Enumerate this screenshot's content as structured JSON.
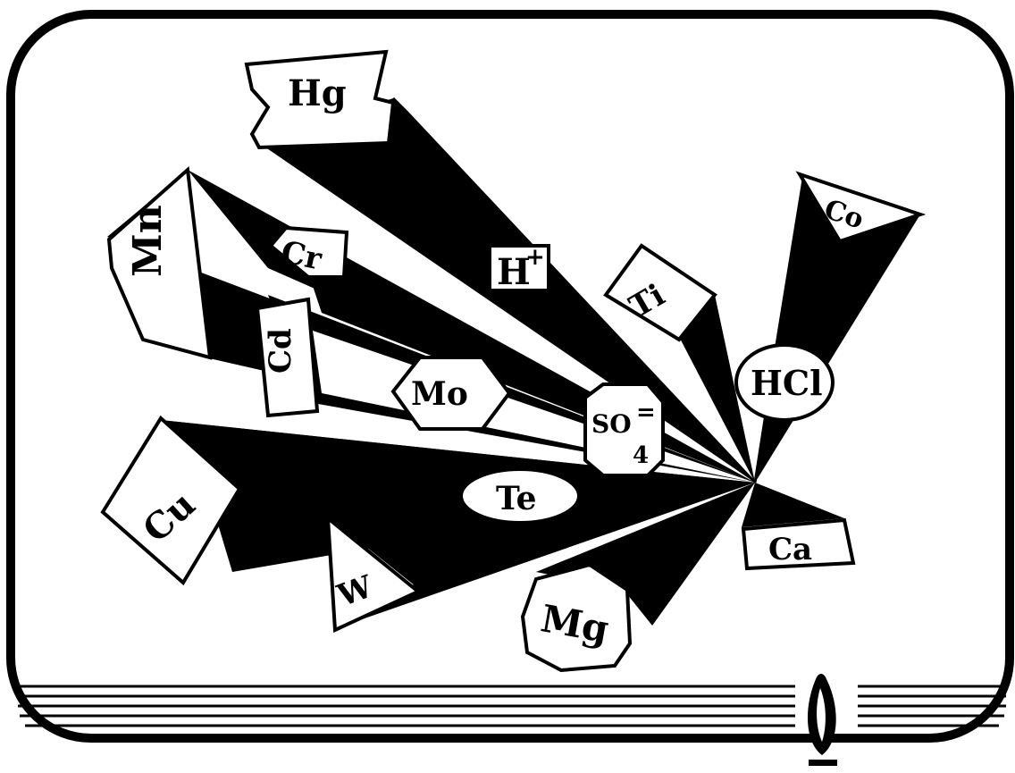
{
  "labels": {
    "hg": "Hg",
    "h_plus": "H",
    "h_plus_sup": "+",
    "co": "Co",
    "mn": "Mn",
    "cr": "Cr",
    "ti": "Ti",
    "hcl": "HCl",
    "cd": "Cd",
    "mo": "Mo",
    "so4_base": "SO",
    "so4_sup": "=",
    "so4_sub": "4",
    "cu": "Cu",
    "te": "Te",
    "ca": "Ca",
    "w": "W",
    "mg": "Mg"
  },
  "colors": {
    "ink": "#000000",
    "paper": "#ffffff"
  },
  "logo_icon": "flame-logo-icon"
}
